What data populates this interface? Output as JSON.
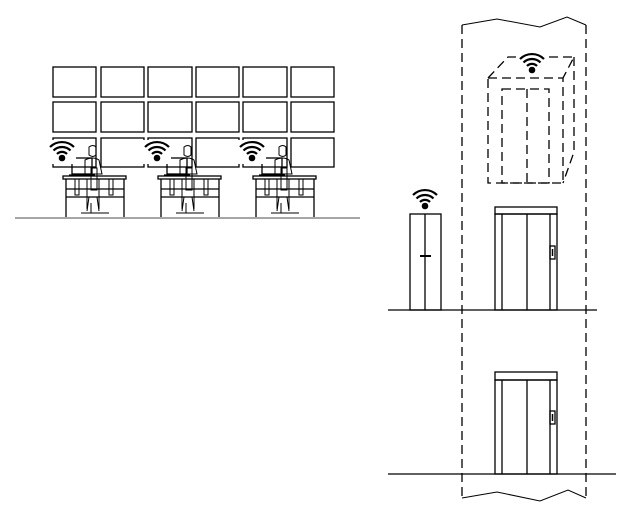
{
  "colors": {
    "line": "#000000",
    "ground": "#888888",
    "background": "#ffffff"
  },
  "icons": [
    "wifi-icon",
    "person-at-desk",
    "elevator-door",
    "cabinet",
    "elevator-car"
  ]
}
